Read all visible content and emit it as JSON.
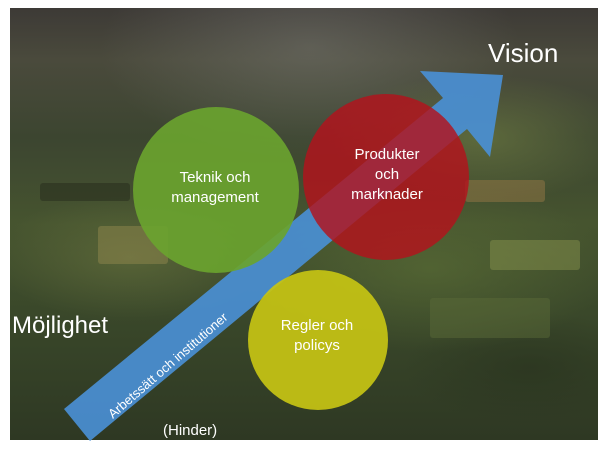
{
  "diagram": {
    "top_right_label": "Vision",
    "left_label": "Möjlighet",
    "bottom_label": "(Hinder)",
    "arrow_label": "Arbetssätt och institutioner",
    "circles": [
      {
        "id": "teknik",
        "lines": [
          "Teknik och",
          "management"
        ],
        "color": "#6aa32f"
      },
      {
        "id": "produkter",
        "lines": [
          "Produkter",
          "och",
          "marknader"
        ],
        "color": "#b3121c"
      },
      {
        "id": "regler",
        "lines": [
          "Regler och",
          "policys"
        ],
        "color": "#c7c413"
      }
    ],
    "arrow_color": "#4a8fd4"
  }
}
